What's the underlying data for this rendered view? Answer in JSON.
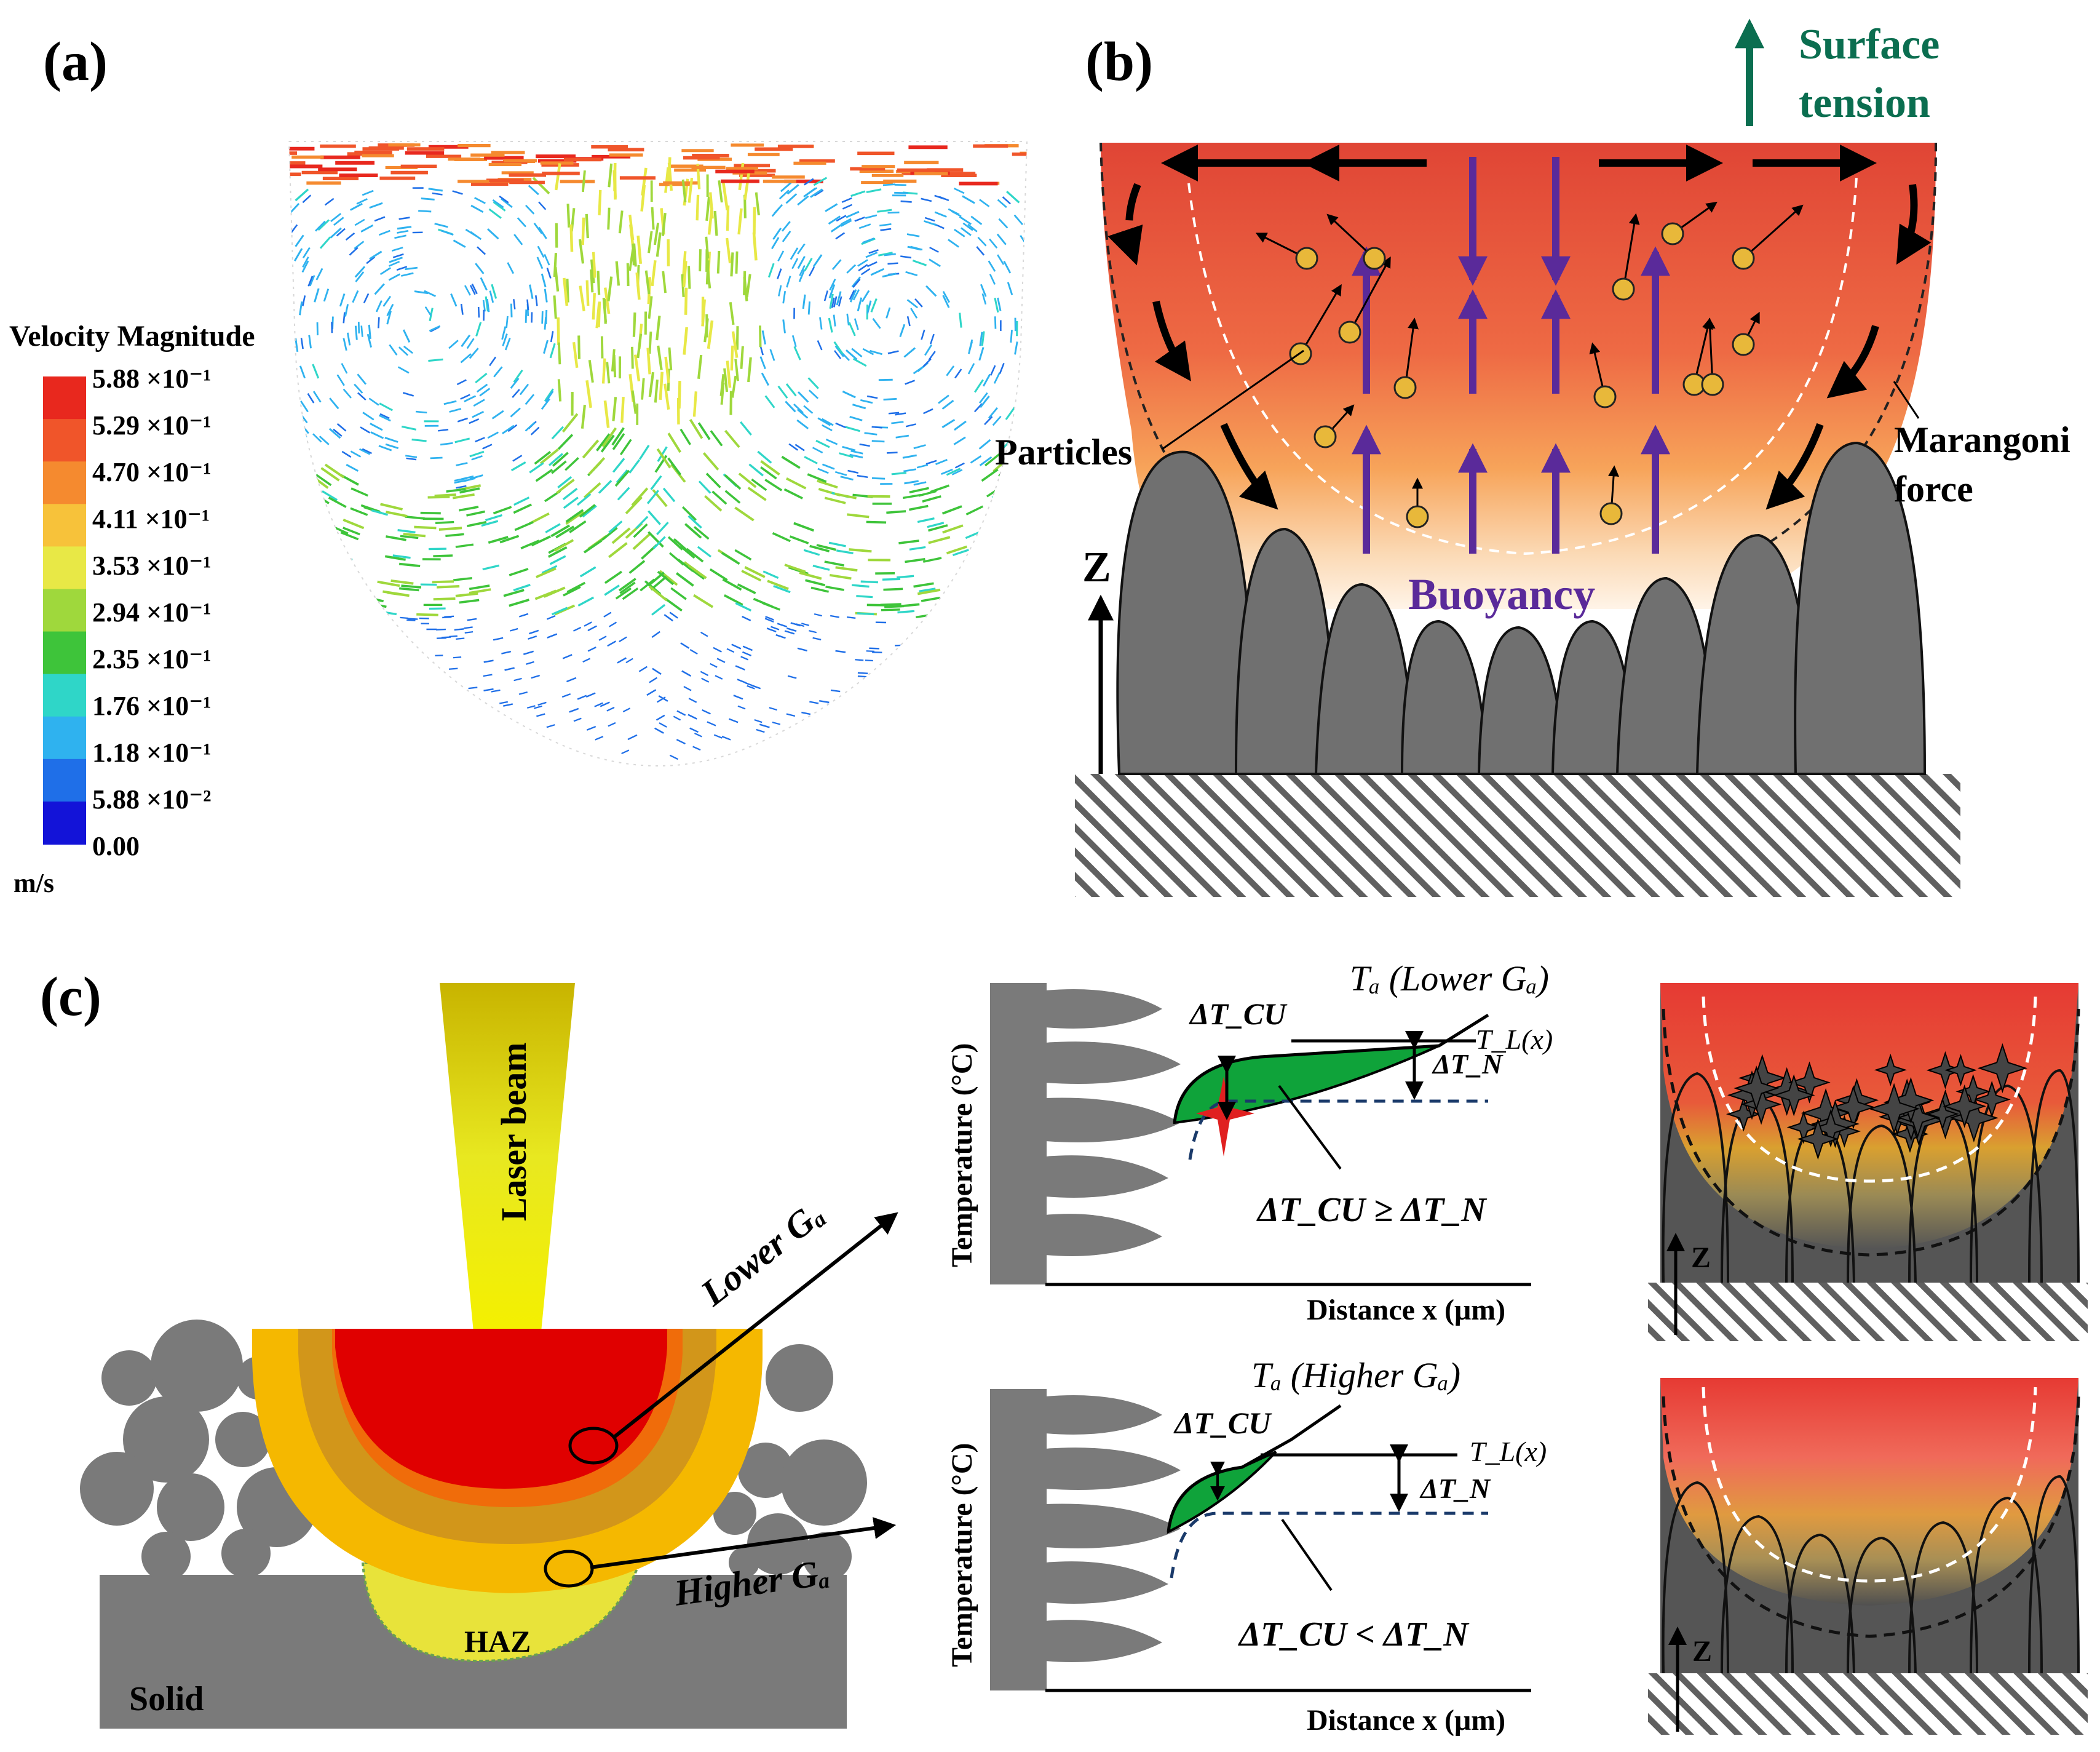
{
  "panels": {
    "a": {
      "label": "(a)",
      "legend_title": "Velocity Magnitude",
      "unit": "m/s",
      "ticks": [
        "5.88 ×10⁻¹",
        "5.29 ×10⁻¹",
        "4.70 ×10⁻¹",
        "4.11 ×10⁻¹",
        "3.53 ×10⁻¹",
        "2.94 ×10⁻¹",
        "2.35 ×10⁻¹",
        "1.76 ×10⁻¹",
        "1.18 ×10⁻¹",
        "5.88 ×10⁻²",
        "0.00"
      ],
      "colorbar_colors": [
        "#e8281e",
        "#f0552a",
        "#f58a2f",
        "#f7c23a",
        "#e8e846",
        "#9fd83c",
        "#3ec43a",
        "#2fd6c8",
        "#2fb2ef",
        "#1f6fe8",
        "#1313d8"
      ]
    },
    "b": {
      "label": "(b)",
      "surface_tension": "Surface tension",
      "particles": "Particles",
      "marangoni": "Marangoni force",
      "buoyancy": "Buoyancy",
      "z": "Z",
      "colors": {
        "surface_tension": "#0b6e50",
        "buoyancy": "#5a2a9a"
      }
    },
    "c": {
      "label": "(c)",
      "laser": "Laser beam",
      "lower_ga": "Lower Gₐ",
      "higher_ga": "Higher Gₐ",
      "haz": "HAZ",
      "solid": "Solid",
      "upper_plot": {
        "curve_label": "Tₐ (Lower Gₐ)",
        "tl": "T_L(x)",
        "dtcu": "ΔT_CU",
        "dtn": "ΔT_N",
        "condition": "ΔT_CU ≥ ΔT_N",
        "ylabel": "Temperature (°C)",
        "xlabel": "Distance x (μm)"
      },
      "lower_plot": {
        "curve_label": "Tₐ (Higher Gₐ)",
        "tl": "T_L(x)",
        "dtcu": "ΔT_CU",
        "dtn": "ΔT_N",
        "condition": "ΔT_CU < ΔT_N",
        "ylabel": "Temperature (°C)",
        "xlabel": "Distance x (μm)"
      },
      "z": "Z"
    }
  }
}
